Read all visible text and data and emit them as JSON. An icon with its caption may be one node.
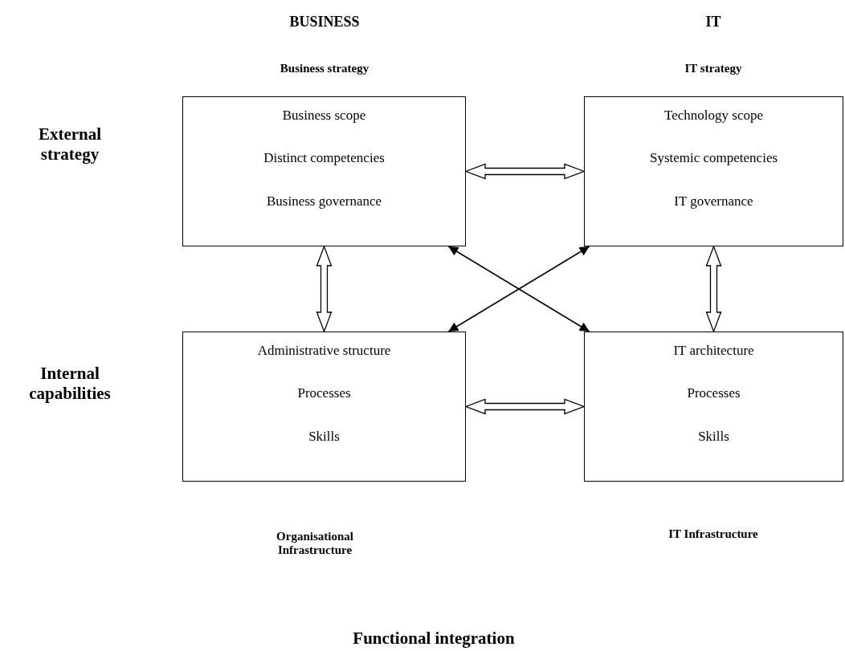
{
  "diagram": {
    "nodes": [
      {
        "text": [
          "Business scope",
          "Distinct competencies",
          "Business governance"
        ]
      },
      {
        "text": [
          "Technology scope",
          "Systemic competencies",
          "IT governance"
        ]
      },
      {
        "text": [
          "Administrative structure",
          "Processes",
          "Skills"
        ]
      },
      {
        "text": [
          "IT architecture",
          "Processes",
          "Skills"
        ]
      }
    ],
    "edges": [
      {
        "from": 0,
        "to": 1,
        "arrow": "both",
        "style": "thick"
      },
      {
        "from": 0,
        "to": 2,
        "arrow": "both",
        "style": "thick"
      },
      {
        "from": 1,
        "to": 3,
        "arrow": "both",
        "style": "thick"
      },
      {
        "from": 2,
        "to": 3,
        "arrow": "both",
        "style": "thick"
      },
      {
        "from": 0,
        "to": 3,
        "arrow": "both"
      },
      {
        "from": 1,
        "to": 2,
        "arrow": "both"
      }
    ],
    "labels": [
      "BUSINESS",
      "IT",
      "Business strategy",
      "IT strategy",
      "External strategy",
      "Internal capabilities",
      "Organisational Infrastructure",
      "IT Infrastructure",
      "Functional integration"
    ]
  }
}
